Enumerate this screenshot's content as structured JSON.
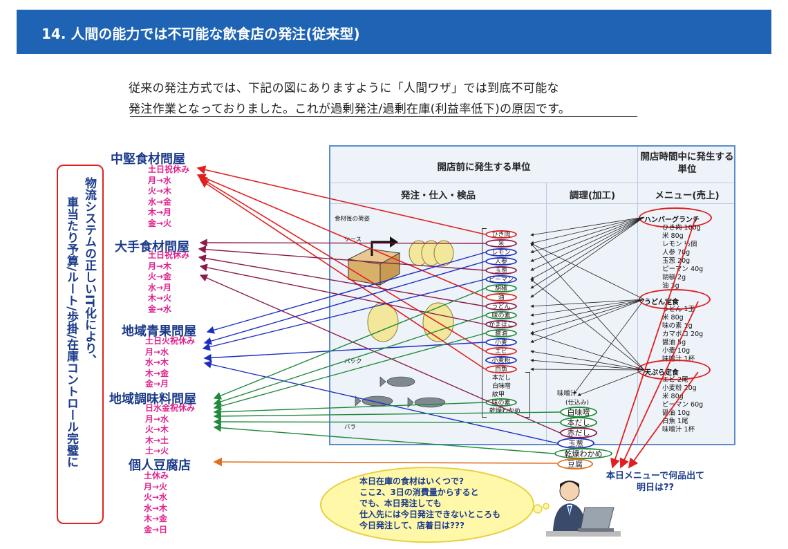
{
  "title": "14. 人間の能力では不可能な飲食店の発注(従来型)",
  "intro": {
    "line1": "従来の発注方式では、下記の図にありますように「人間ワザ」では到底不可能な",
    "line2": "発注作業となっておりました。これが過剰発注/過剰在庫(利益率低下)の原因です。"
  },
  "side_note": {
    "col1": "物流システムの正しいIT化により、",
    "col2": "車当たり予算/ルート/歩掛/在庫コントロール完璧に"
  },
  "suppliers": [
    {
      "name": "中堅食材問屋",
      "schedule": [
        "土日祝休み",
        "月→水",
        "火→木",
        "水→金",
        "木→月",
        "金→火"
      ]
    },
    {
      "name": "大手食材問屋",
      "schedule": [
        "土日祝休み",
        "月→木",
        "火→金",
        "水→月",
        "木→火",
        "金→水"
      ]
    },
    {
      "name": "地域青果問屋",
      "schedule": [
        "土日火祝休み",
        "月→水",
        "水→木",
        "木→金",
        "金→月"
      ]
    },
    {
      "name": "地域調味料問屋",
      "schedule": [
        "日水金祝休み",
        "月→水",
        "火→木",
        "木→土",
        "土→火"
      ]
    },
    {
      "name": "個人豆腐店",
      "schedule": [
        "土休み",
        "月→火",
        "火→水",
        "水→木",
        "木→金",
        "金→日"
      ]
    }
  ],
  "table": {
    "header_left": "開店前に発生する単位",
    "header_right": "開店時間中に発生する単位",
    "col_order": "発注・仕入・検品",
    "col_cook": "調理(加工)",
    "col_menu": "メニュー(売上)",
    "packaging_label": "食材毎の荷姿",
    "case_label": "ケース",
    "pack_label": "パック",
    "loose_label": "バラ",
    "ingredients": [
      "ひき肉",
      "米",
      "レモン",
      "人参",
      "玉葱",
      "ピーマン",
      "胡椒",
      "油",
      "うどん",
      "味の素",
      "かまぼこ",
      "醤油",
      "小麦",
      "エビ",
      "小麦粉",
      "白魚"
    ],
    "ingredients_plain": [
      "本だし",
      "白味噌",
      "紋甲",
      "乾燥わかめ"
    ],
    "ingredients_bottom": [
      "味の素",
      "乾燥わかめ"
    ],
    "prep_label": "味噌汁",
    "prep_sub": "(仕込み)",
    "prep_items": [
      "白味噌",
      "本だし",
      "赤だし",
      "玉葱",
      "乾燥わかめ",
      "豆腐"
    ],
    "menus": [
      {
        "name": "ハンバーグランチ",
        "items": [
          "ひき肉 100g",
          "米 80g",
          "レモン ½個",
          "人参 70g",
          "玉葱 20g",
          "ピーマン 40g",
          "胡椒 2g",
          "油 3g"
        ]
      },
      {
        "name": "うどん定食",
        "items": [
          "うどん 1玉",
          "米 80g",
          "味の素 1g",
          "カマボコ 20g",
          "醤油 5g",
          "小麦 10g",
          "味噌汁 1杯"
        ]
      },
      {
        "name": "天ぷら定食",
        "items": [
          "エビ 2尾",
          "小麦粉 20g",
          "米 80g",
          "ピーマン 60g",
          "醤油 10g",
          "白魚 1尾",
          "味噌汁 1杯"
        ]
      }
    ]
  },
  "bubble": {
    "lines": [
      "本日在庫の食材はいくつで?",
      "ここ2、3日の消費量からすると",
      "でも、本日発注しても",
      "仕入先には今日発注できないところも",
      "今日発注して、店着日は???"
    ]
  },
  "question": {
    "line1": "本日メニューで何品出て",
    "line2": "明日は??"
  },
  "colors": {
    "title_bg": "#1f64b4",
    "supplier_name": "#1a3a8a",
    "schedule": "#e0208c",
    "frame": "#e02020",
    "panel_bg": "#eef3fa",
    "panel_border": "#5b8cc9"
  }
}
